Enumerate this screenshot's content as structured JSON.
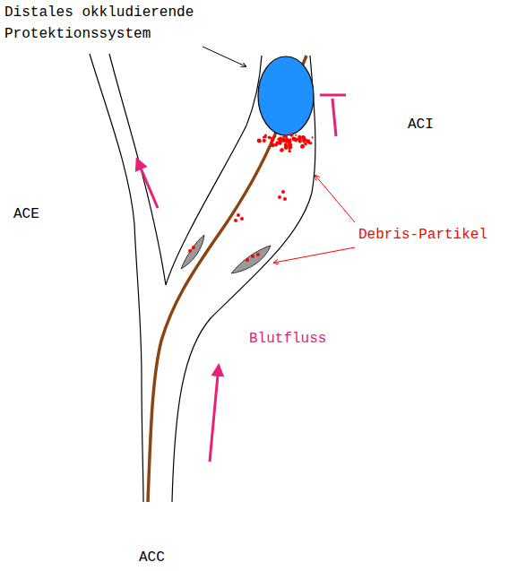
{
  "diagram": {
    "labels": [
      "Distales okkludierende Protektionssystem",
      "ACI",
      "ACE",
      "Debris-Partikel",
      "Blutfluss",
      "ACC"
    ]
  }
}
